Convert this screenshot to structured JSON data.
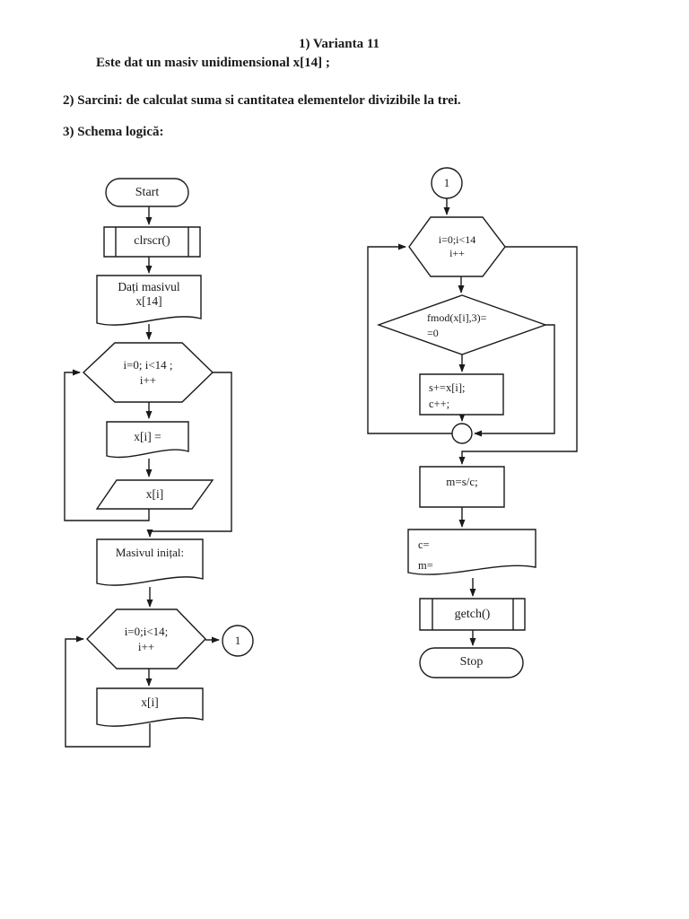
{
  "header": {
    "title": "1) Varianta 11",
    "subtitle": "Este dat un masiv unidimensional x[14] ;",
    "task": "2) Sarcini: de calculat suma si cantitatea elementelor divizibile la trei.",
    "schema_label": "3) Schema logică:"
  },
  "flowchart_left": {
    "start": "Start",
    "clrscr": "clrscr()",
    "input_doc": "Dați masivul\nx[14]",
    "loop1": "i=0; i<14 ;\ni++",
    "assign_doc": "x[i] =",
    "display_item": "x[i]",
    "initial_doc": "Masivul inițal:",
    "loop2": "i=0;i<14;\ni++",
    "connector": "1",
    "output_doc": "x[i]"
  },
  "flowchart_right": {
    "connector": "1",
    "loop3": "i=0;i<14\ni++",
    "decision": "fmod(x[i],3)=\n=0",
    "accumulate": "s+=x[i];\nc++;",
    "mean": "m=s/c;",
    "result_doc": "c=\nm=",
    "getch": "getch()",
    "stop": "Stop"
  },
  "colors": {
    "ink": "#1a1a1a",
    "background": "#ffffff"
  }
}
